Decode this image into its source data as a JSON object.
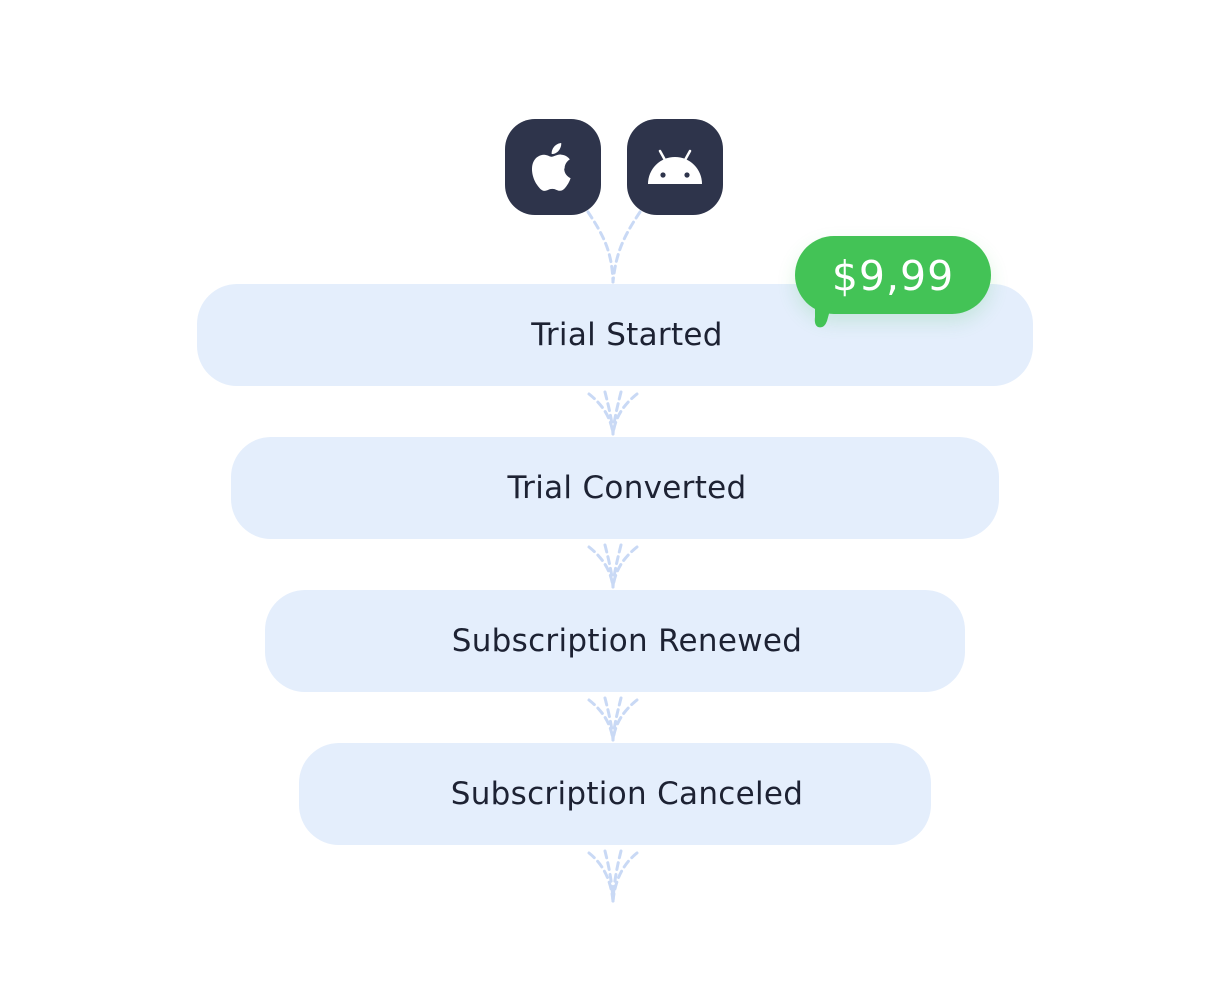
{
  "platforms": [
    {
      "name": "apple-icon"
    },
    {
      "name": "android-icon"
    }
  ],
  "steps": [
    {
      "label": "Trial Started"
    },
    {
      "label": "Trial Converted"
    },
    {
      "label": "Subscription Renewed"
    },
    {
      "label": "Subscription Canceled"
    }
  ],
  "price_badge": {
    "text": "$9,99",
    "color": "#43c356"
  },
  "colors": {
    "platform_bg": "#2e344b",
    "step_bg": "#e4eefc",
    "connector": "#c9d9f5",
    "text": "#1d2233"
  }
}
